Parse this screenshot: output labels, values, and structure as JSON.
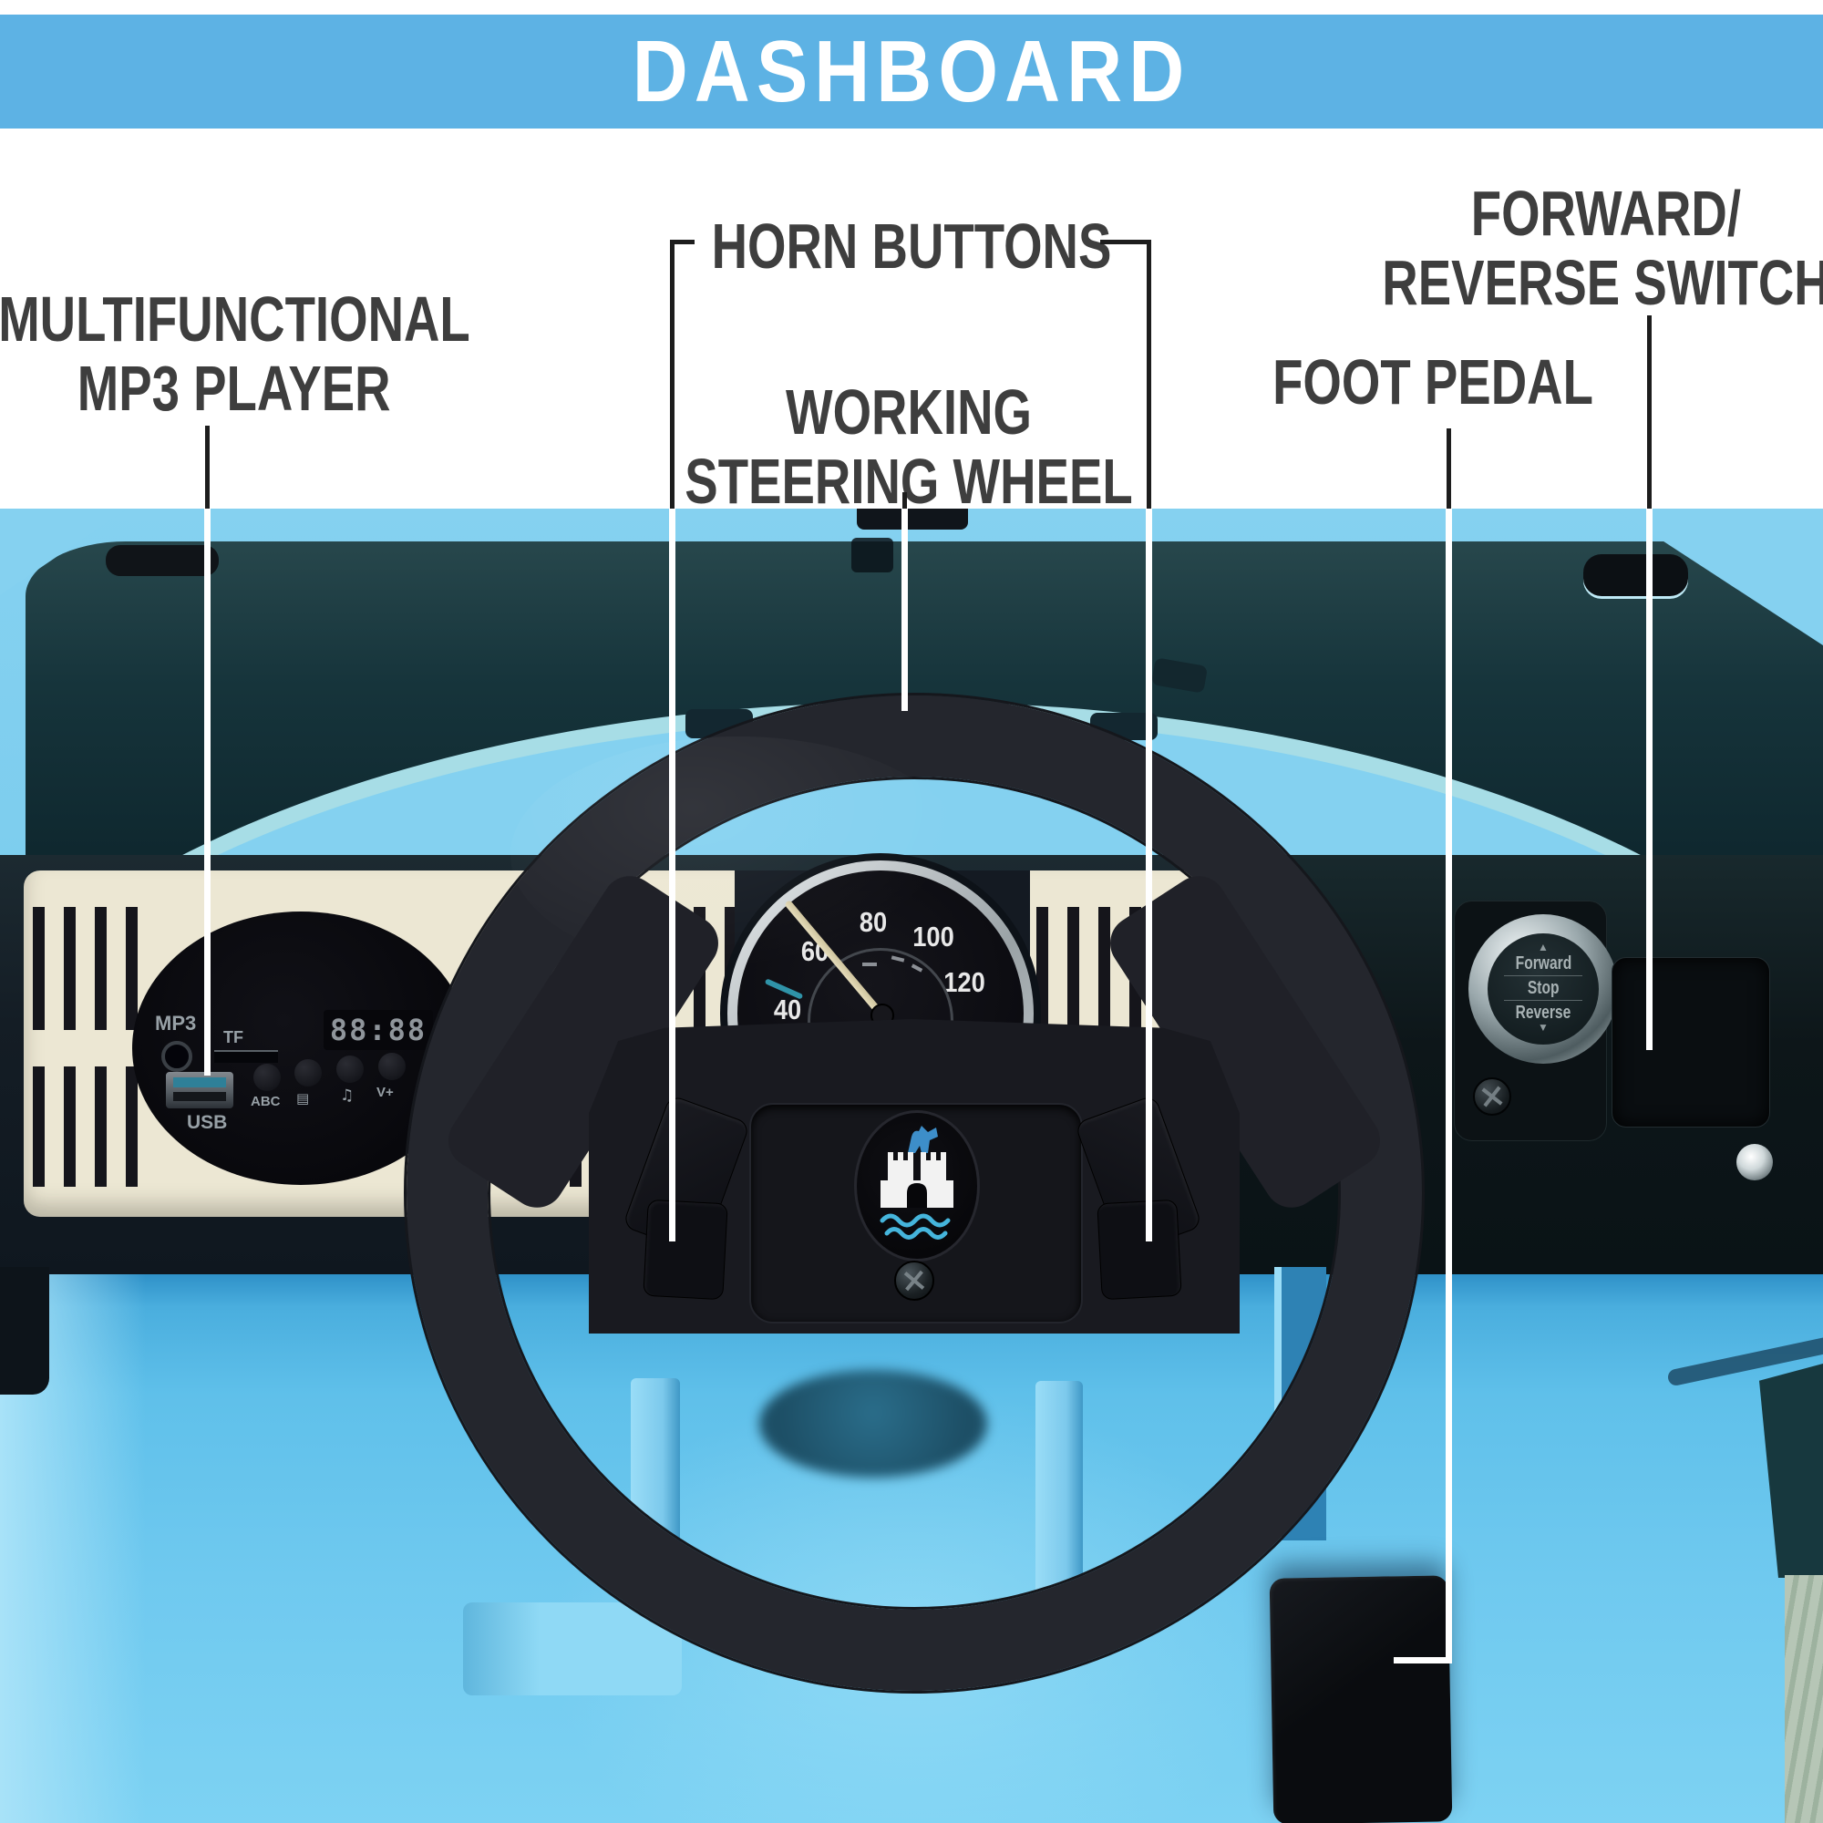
{
  "banner": {
    "title": "DASHBOARD",
    "bg_color": "#5db2e4",
    "text_color": "#ffffff"
  },
  "labels": {
    "text_color": "#3e3e3e",
    "mp3": {
      "line1": "MULTIFUNCTIONAL",
      "line2": "MP3 PLAYER"
    },
    "horn": {
      "text": "HORN BUTTONS"
    },
    "steering": {
      "line1": "WORKING",
      "line2": "STEERING WHEEL"
    },
    "foot": {
      "text": "FOOT PEDAL"
    },
    "fwdrev": {
      "line1": "FORWARD/",
      "line2": "REVERSE SWITCH"
    }
  },
  "photo": {
    "mp3_panel": {
      "mp3": "MP3",
      "tf": "TF",
      "display": "88:88",
      "usb": "USB",
      "btn1": "ABC",
      "btn2_icon": "▤",
      "btn3_icon": "♫",
      "btn4": "V+"
    },
    "gauge": {
      "ticks": [
        "40",
        "60",
        "80",
        "100",
        "120"
      ]
    },
    "switch": {
      "up_icon": "▲",
      "forward": "Forward",
      "stop": "Stop",
      "reverse": "Reverse",
      "down_icon": "▼"
    }
  },
  "colors": {
    "banner_blue": "#5db2e4",
    "label_gray": "#3e3e3e",
    "car_body_blue": "#7ccdee",
    "floor_blue": "#55bbe9",
    "dashboard_cream": "#ece7d3",
    "wheel_black": "#24262d",
    "windshield_teal": "#14313a",
    "emblem_blue": "#3d8ec9",
    "wave_blue": "#45b5dc"
  }
}
